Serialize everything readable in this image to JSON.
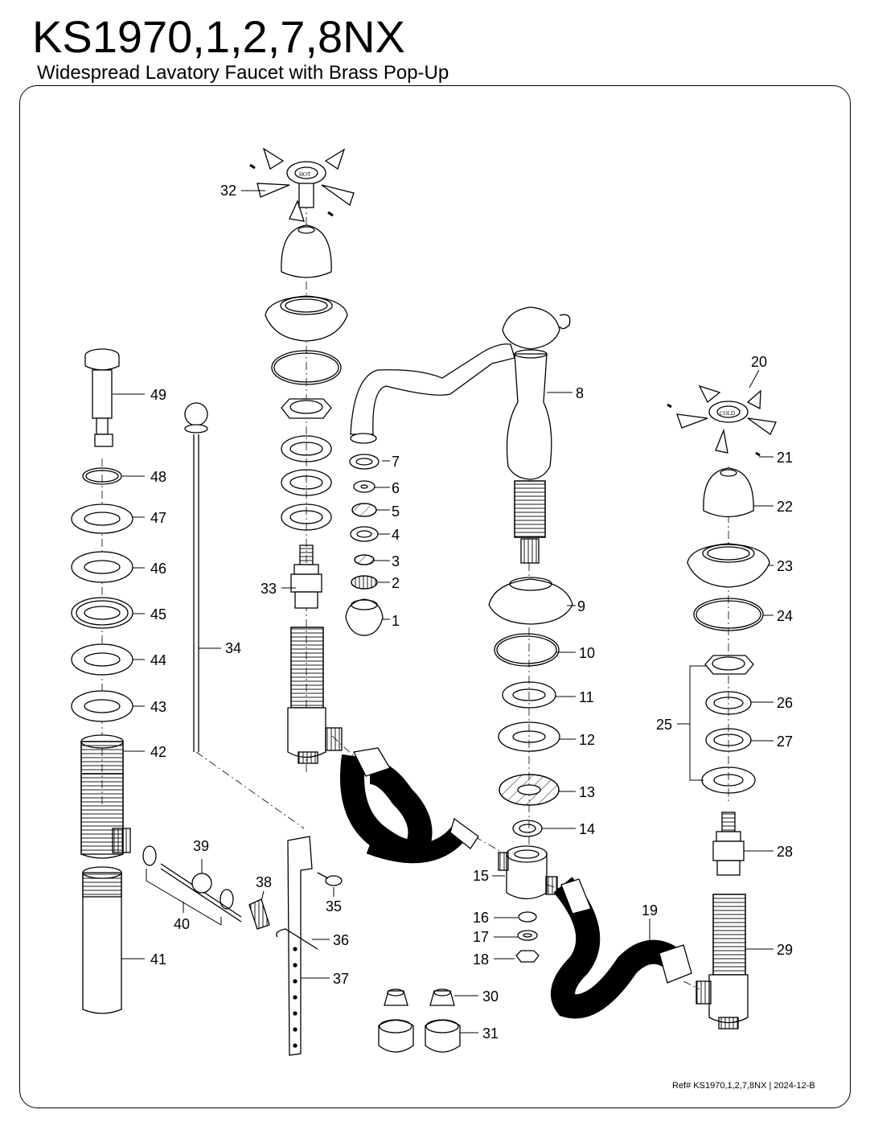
{
  "title": "KS1970,1,2,7,8NX",
  "subtitle": "Widespread Lavatory Faucet with Brass Pop-Up",
  "reference": "Ref# KS1970,1,2,7,8NX | 2024-12-B",
  "handle_marks": {
    "hot": "HOT",
    "cold": "COLD"
  },
  "callouts": [
    "1",
    "2",
    "3",
    "4",
    "5",
    "6",
    "7",
    "8",
    "9",
    "10",
    "11",
    "12",
    "13",
    "14",
    "15",
    "16",
    "17",
    "18",
    "19",
    "20",
    "21",
    "22",
    "23",
    "24",
    "25",
    "26",
    "27",
    "28",
    "29",
    "30",
    "31",
    "32",
    "33",
    "34",
    "35",
    "36",
    "37",
    "38",
    "39",
    "40",
    "41",
    "42",
    "43",
    "44",
    "45",
    "46",
    "47",
    "48",
    "49"
  ]
}
